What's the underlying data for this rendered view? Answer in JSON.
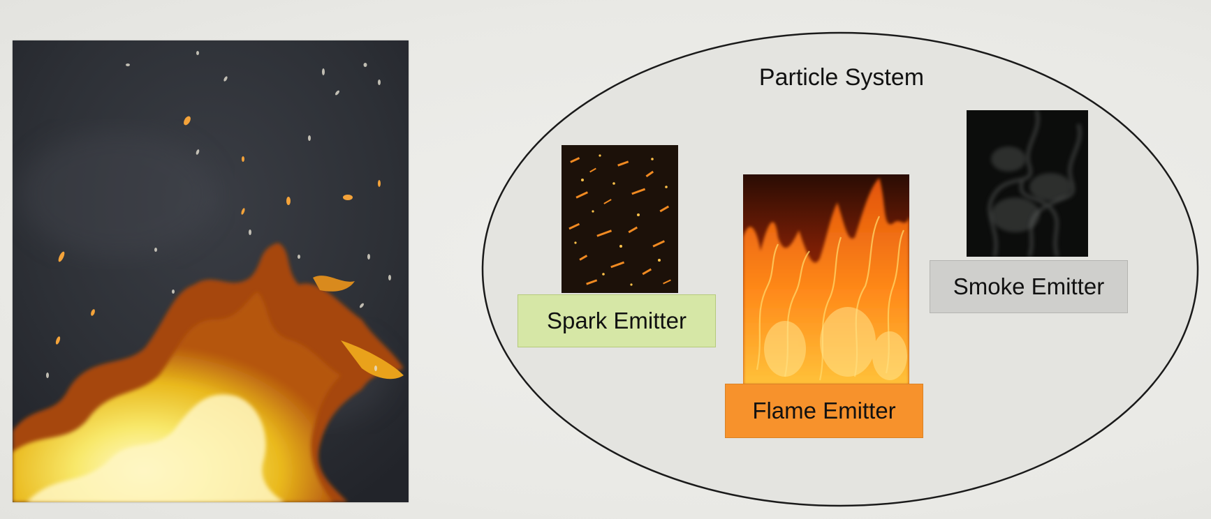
{
  "diagram": {
    "title": "Particle System",
    "emitters": [
      {
        "id": "spark",
        "label": "Spark Emitter",
        "color": "#d6e7a6"
      },
      {
        "id": "flame",
        "label": "Flame Emitter",
        "color": "#f7922c"
      },
      {
        "id": "smoke",
        "label": "Smoke Emitter",
        "color": "#cfcfcc"
      }
    ]
  },
  "colors": {
    "background": "#ebebe7",
    "ellipse_fill": "#e4e4e0",
    "ellipse_stroke": "#1a1a1a"
  },
  "images": {
    "left": "fire-with-sparks-photo",
    "spark": "sparks-photo",
    "flame": "flames-photo",
    "smoke": "smoke-photo"
  }
}
